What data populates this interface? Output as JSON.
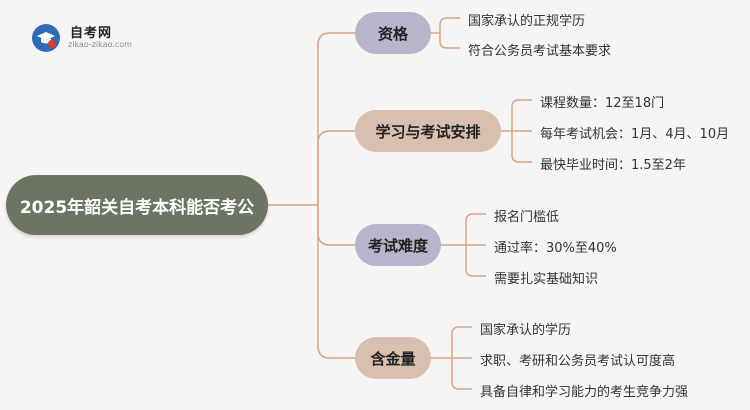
{
  "logo": {
    "title": "自考网",
    "subtitle": "zikao-zikao.com",
    "icon": "graduation-cap-icon"
  },
  "colors": {
    "background": "#f7f5f3",
    "root": "#6c7462",
    "branch_purple": "#b6b5cc",
    "branch_tan": "#d8bfb0",
    "connector": "#d9a58a"
  },
  "mindmap": {
    "root": "2025年韶关自考本科能否考公",
    "branches": [
      {
        "label": "资格",
        "leaves": [
          "国家承认的正规学历",
          "符合公务员考试基本要求"
        ]
      },
      {
        "label": "学习与考试安排",
        "leaves": [
          "课程数量：12至18门",
          "每年考试机会：1月、4月、10月",
          "最快毕业时间：1.5至2年"
        ]
      },
      {
        "label": "考试难度",
        "leaves": [
          "报名门槛低",
          "通过率：30%至40%",
          "需要扎实基础知识"
        ]
      },
      {
        "label": "含金量",
        "leaves": [
          "国家承认的学历",
          "求职、考研和公务员考试认可度高",
          "具备自律和学习能力的考生竞争力强"
        ]
      }
    ]
  }
}
